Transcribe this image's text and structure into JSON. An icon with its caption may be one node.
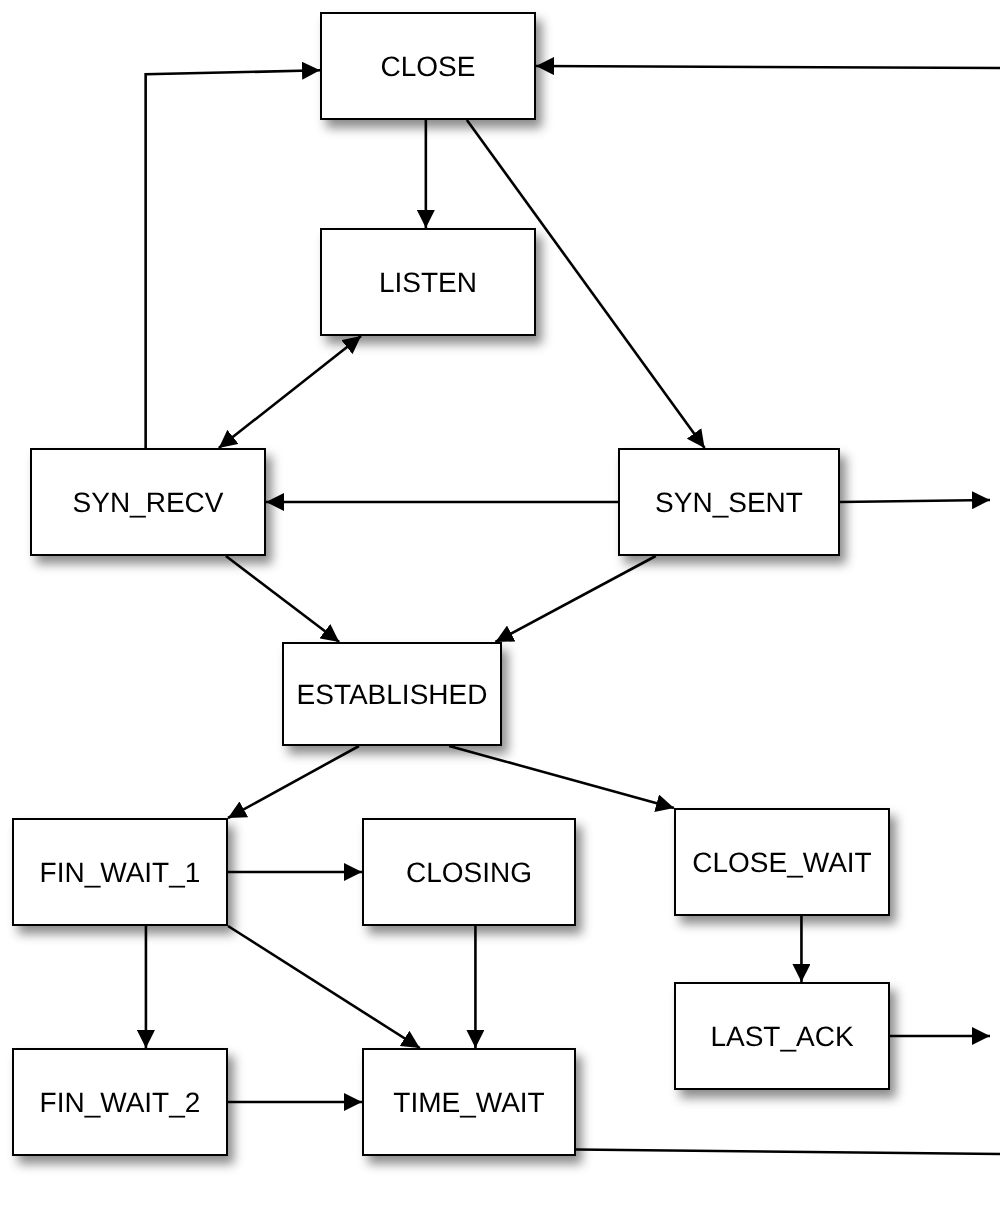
{
  "diagram": {
    "nodes": [
      {
        "text": [
          "CLOSE"
        ]
      },
      {
        "text": [
          "LISTEN"
        ]
      },
      {
        "text": [
          "SYN_RECV"
        ]
      },
      {
        "text": [
          "SYN_SENT"
        ]
      },
      {
        "text": [
          "ESTABLISHED"
        ]
      },
      {
        "text": [
          "FIN_WAIT_1"
        ]
      },
      {
        "text": [
          "CLOSING"
        ]
      },
      {
        "text": [
          "CLOSE_WAIT"
        ]
      },
      {
        "text": [
          "FIN_WAIT_2"
        ]
      },
      {
        "text": [
          "TIME_WAIT"
        ]
      },
      {
        "text": [
          "LAST_ACK"
        ]
      }
    ],
    "edges": [
      {
        "from": null,
        "to": 0,
        "arrow": "to"
      },
      {
        "from": 0,
        "to": 1,
        "arrow": "to"
      },
      {
        "from": 0,
        "to": 3,
        "arrow": "to"
      },
      {
        "from": 2,
        "to": 1,
        "arrow": "both"
      },
      {
        "from": 2,
        "to": 0,
        "arrow": "to"
      },
      {
        "from": 3,
        "to": 2,
        "arrow": "to"
      },
      {
        "from": 3,
        "to": null,
        "arrow": "to"
      },
      {
        "from": 2,
        "to": 4,
        "arrow": "to"
      },
      {
        "from": 3,
        "to": 4,
        "arrow": "to"
      },
      {
        "from": 4,
        "to": 5,
        "arrow": "to"
      },
      {
        "from": 4,
        "to": 7,
        "arrow": "to"
      },
      {
        "from": 5,
        "to": 6,
        "arrow": "to"
      },
      {
        "from": 5,
        "to": 8,
        "arrow": "to"
      },
      {
        "from": 5,
        "to": 9,
        "arrow": "to"
      },
      {
        "from": 6,
        "to": 9,
        "arrow": "to"
      },
      {
        "from": 7,
        "to": 10,
        "arrow": "to"
      },
      {
        "from": 10,
        "to": null,
        "arrow": "to"
      },
      {
        "from": 8,
        "to": 9,
        "arrow": "to"
      },
      {
        "from": 9,
        "to": null,
        "arrow": "none"
      }
    ]
  }
}
